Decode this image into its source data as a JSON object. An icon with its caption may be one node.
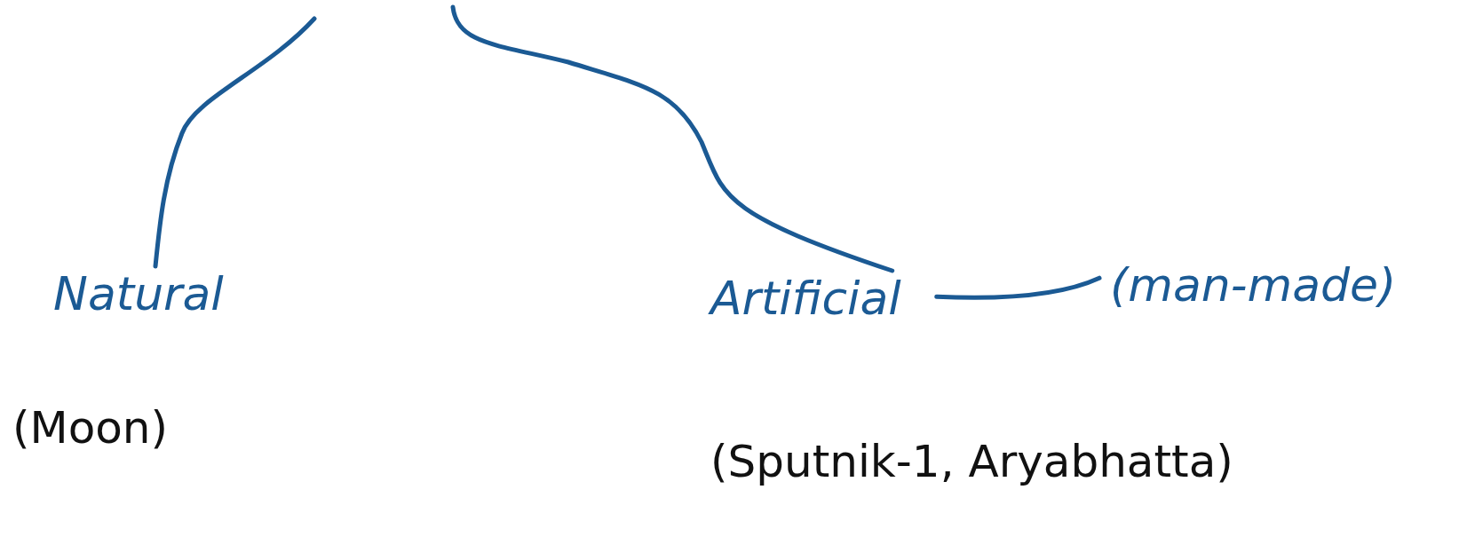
{
  "diagram": {
    "nodes": [
      {
        "text": [
          "Natural"
        ],
        "beside": [
          "(Moon)"
        ]
      },
      {
        "text": [
          "Artificial"
        ],
        "beside": [
          "(Sputnik-1, Aryabhatta)"
        ]
      },
      {
        "text": [
          "(man-made)"
        ]
      }
    ],
    "edges": [
      {
        "from": null,
        "to": 0,
        "arrow": "none"
      },
      {
        "from": null,
        "to": 1,
        "arrow": "none"
      },
      {
        "from": 1,
        "to": 2,
        "arrow": "none"
      }
    ]
  }
}
